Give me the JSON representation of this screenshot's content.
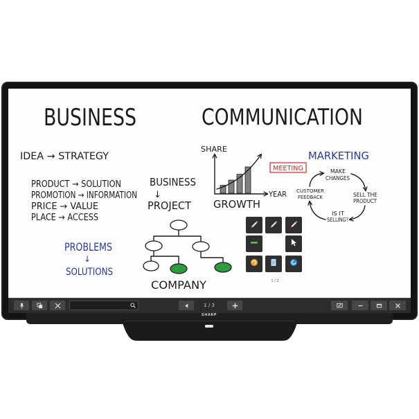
{
  "device": {
    "brand": "SHARP",
    "colors": {
      "bezel": "#131313",
      "stand": "#1b1b1b",
      "speaker": "#1f1f1f",
      "indicator": "#e6e6e6"
    }
  },
  "whiteboard": {
    "title_left": "BUSINESS",
    "title_right": "COMMUNICATION",
    "idea_strategy": "IDEA → STRATEGY",
    "marketing_mix": [
      "PRODUCT → SOLUTION",
      "PROMOTION → INFORMATION",
      "PRICE → VALUE",
      "PLACE → ACCESS"
    ],
    "problems": {
      "top": "PROBLEMS",
      "arrow": "↓",
      "bottom": "SOLUTIONS"
    },
    "business_project": {
      "top": "BUSINESS",
      "arrow": "↓",
      "bottom": "PROJECT"
    },
    "growth": {
      "y_label": "SHARE",
      "x_label": "YEAR",
      "caption": "GROWTH",
      "bar_levels": [
        0.3,
        0.5,
        0.72,
        1.0
      ]
    },
    "meeting_tag": "MEETING",
    "marketing": {
      "title": "MARKETING",
      "make_changes": [
        "MAKE",
        "CHANGES"
      ],
      "sell_product": [
        "SELL THE",
        "PRODUCT"
      ],
      "is_selling": [
        "IS IT",
        "SELLING?"
      ],
      "feedback": [
        "CUSTOMER",
        "FEEDBACK"
      ]
    },
    "org_chart": {
      "caption": "COMPANY"
    },
    "ink": {
      "black": "#1b1b1b",
      "blue": "#28399a",
      "red": "#d2262c",
      "green": "#2e9b3d",
      "bar": "#808080"
    }
  },
  "tool_palette": {
    "page": "1 / 2",
    "tools": [
      "pen-icon",
      "pen-icon",
      "pen-icon",
      "highlighter-icon",
      "cursor-icon",
      "orange-circle-icon",
      "document-icon",
      "blue-circle-icon"
    ]
  },
  "toolbar": {
    "left_icons": [
      "pin-icon",
      "copy-icon",
      "tools-icon"
    ],
    "search": {
      "value": "",
      "icon": "search-icon"
    },
    "pager": {
      "prev_icon": "prev-arrow-icon",
      "label": "1 / 3",
      "add_icon": "plus-icon"
    },
    "right_icons": [
      "pen-display-icon",
      "minimize-icon",
      "restore-icon",
      "close-icon"
    ],
    "colors": {
      "bar": "#2c2c2c",
      "button": "#464646",
      "icon": "#e0e0e0"
    }
  }
}
